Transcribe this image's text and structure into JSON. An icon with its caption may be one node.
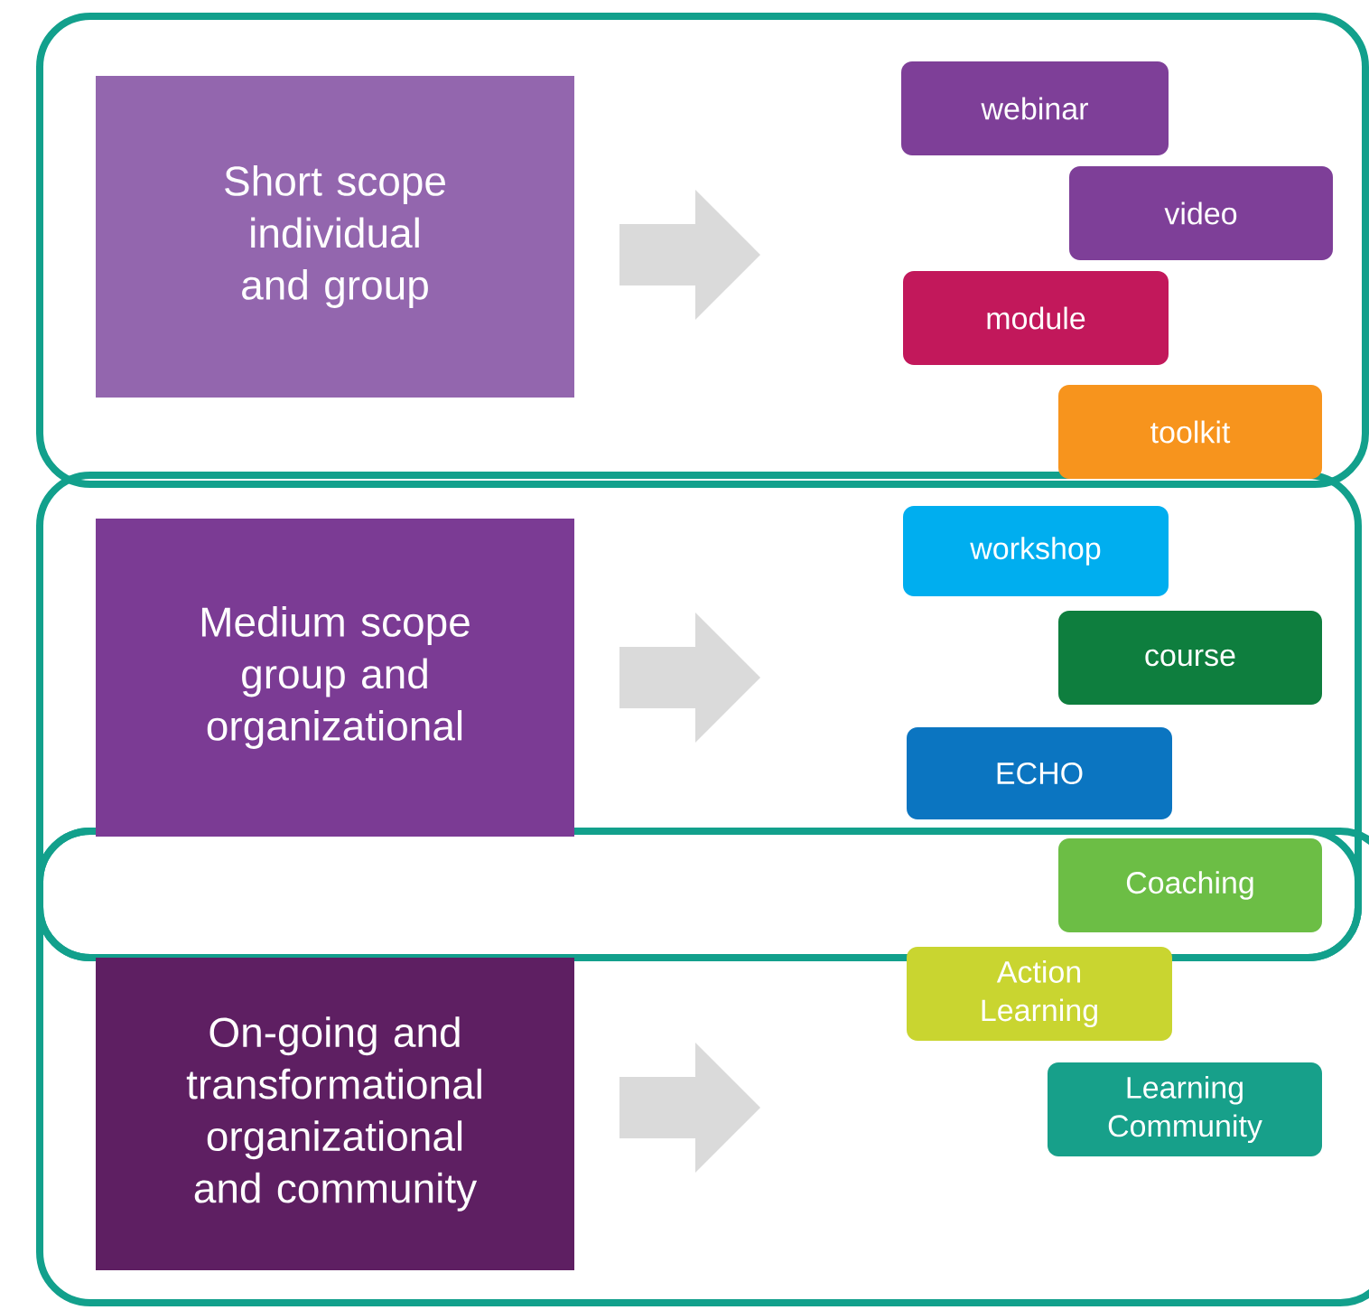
{
  "diagram": {
    "nodes": [
      {
        "text": [
          "Short scope individual and group"
        ]
      },
      {
        "text": [
          "webinar"
        ]
      },
      {
        "text": [
          "video"
        ]
      },
      {
        "text": [
          "module"
        ]
      },
      {
        "text": [
          "toolkit"
        ]
      },
      {
        "text": [
          "Medium scope group and organizational"
        ]
      },
      {
        "text": [
          "workshop"
        ]
      },
      {
        "text": [
          "course"
        ]
      },
      {
        "text": [
          "ECHO"
        ]
      },
      {
        "text": [
          "Coaching"
        ]
      },
      {
        "text": [
          "On-going and transformational organizational and community"
        ]
      },
      {
        "text": [
          "Action Learning"
        ]
      },
      {
        "text": [
          "Learning Community"
        ]
      }
    ]
  }
}
